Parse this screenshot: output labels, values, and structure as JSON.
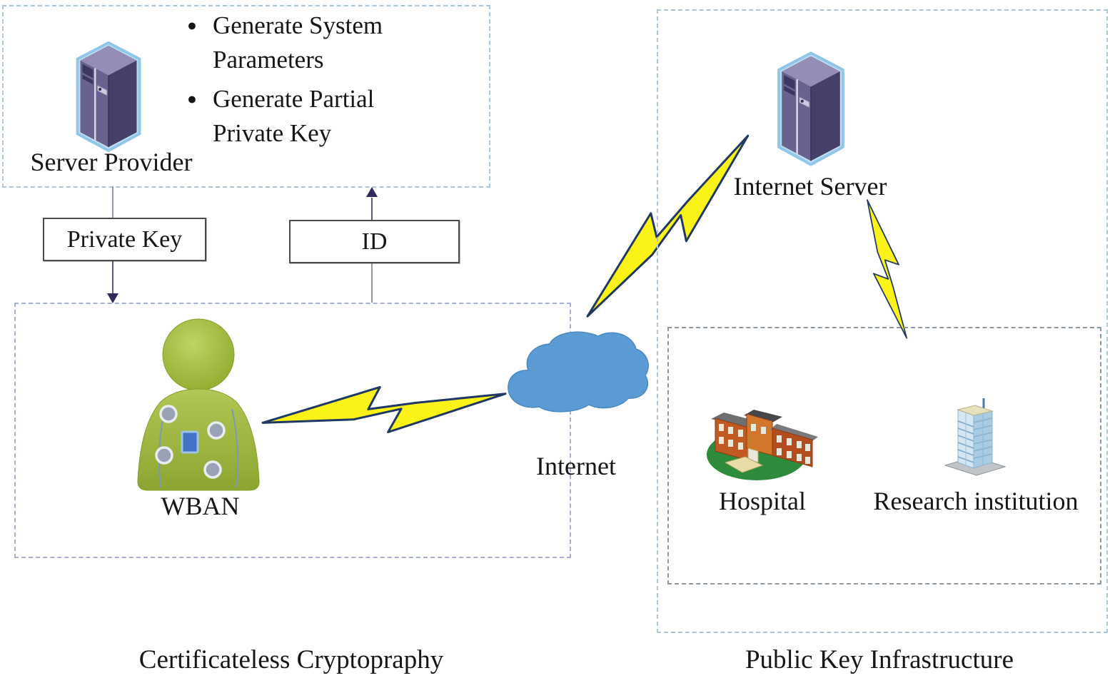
{
  "colors": {
    "dash_blue": "#a9c6d8",
    "dash_lavender": "#a6b0ce",
    "dash_gray": "#8e98a1",
    "flow_box_border": "#4b4b4b",
    "line_gray": "#9a98a6",
    "line_dark": "#5d5a73",
    "arrow_navy": "#2e2a5e",
    "bolt_yellow": "#fbf217",
    "bolt_outline": "#1f3864",
    "cloud_blue": "#5b9bd5",
    "person_green": "#a4bd3f",
    "device_blue": "#4472c4",
    "text": "#161616"
  },
  "server_provider": {
    "label": "Server Provider",
    "tasks": [
      "Generate System Parameters",
      "Generate Partial Private Key"
    ]
  },
  "flow": {
    "private_key_label": "Private Key",
    "id_label": "ID"
  },
  "wban": {
    "label": "WBAN"
  },
  "internet": {
    "label": "Internet"
  },
  "internet_server": {
    "label": "Internet Server"
  },
  "pki": {
    "hospital_label": "Hospital",
    "research_label": "Research institution"
  },
  "captions": {
    "left": "Certificateless Cryptopraphy",
    "right": "Public Key Infrastructure"
  }
}
